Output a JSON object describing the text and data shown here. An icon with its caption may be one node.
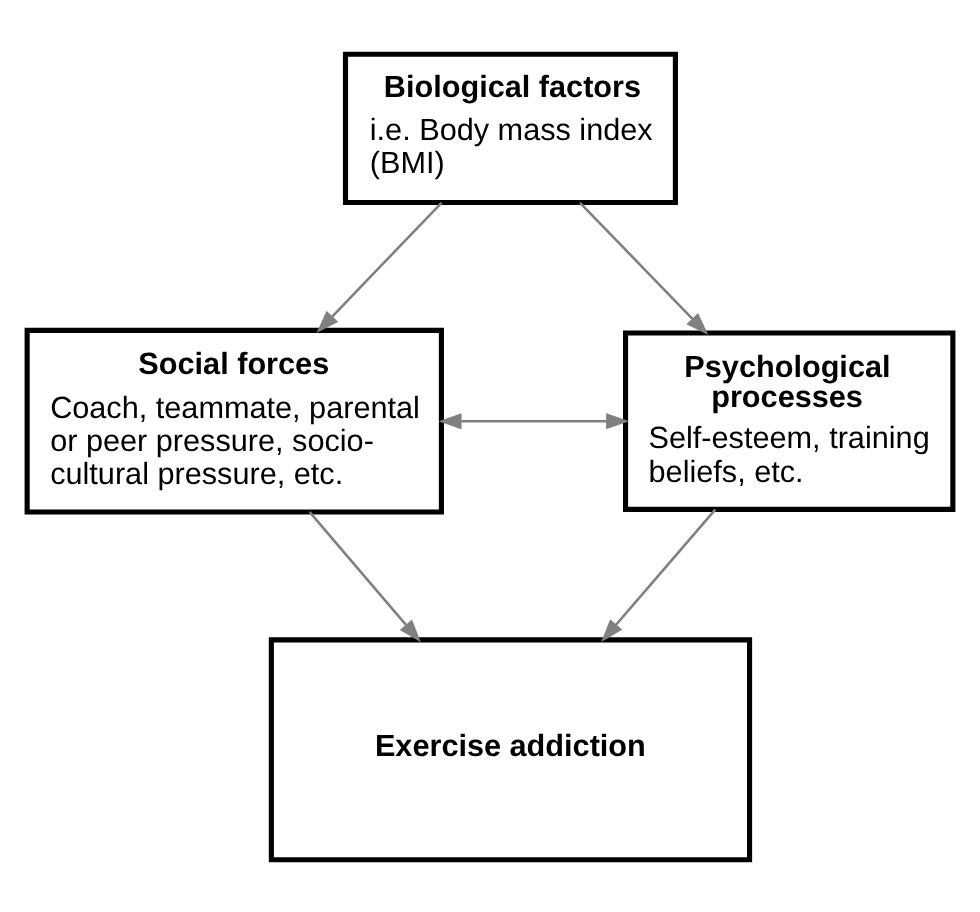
{
  "diagram": {
    "nodes": [
      {
        "text": [
          "Biological factors",
          "i.e. Body mass index (BMI)"
        ]
      },
      {
        "text": [
          "Social forces",
          "Coach, teammate, parental or peer pressure, socio-cultural pressure, etc."
        ]
      },
      {
        "text": [
          "Psychological processes",
          "Self-esteem, training beliefs, etc."
        ]
      },
      {
        "text": [
          "Exercise addiction"
        ]
      }
    ],
    "edges": [
      {
        "from": 0,
        "to": 1,
        "arrow": "to"
      },
      {
        "from": 0,
        "to": 2,
        "arrow": "to"
      },
      {
        "from": 1,
        "to": 2,
        "arrow": "both"
      },
      {
        "from": 1,
        "to": 3,
        "arrow": "to"
      },
      {
        "from": 2,
        "to": 3,
        "arrow": "to"
      }
    ]
  }
}
